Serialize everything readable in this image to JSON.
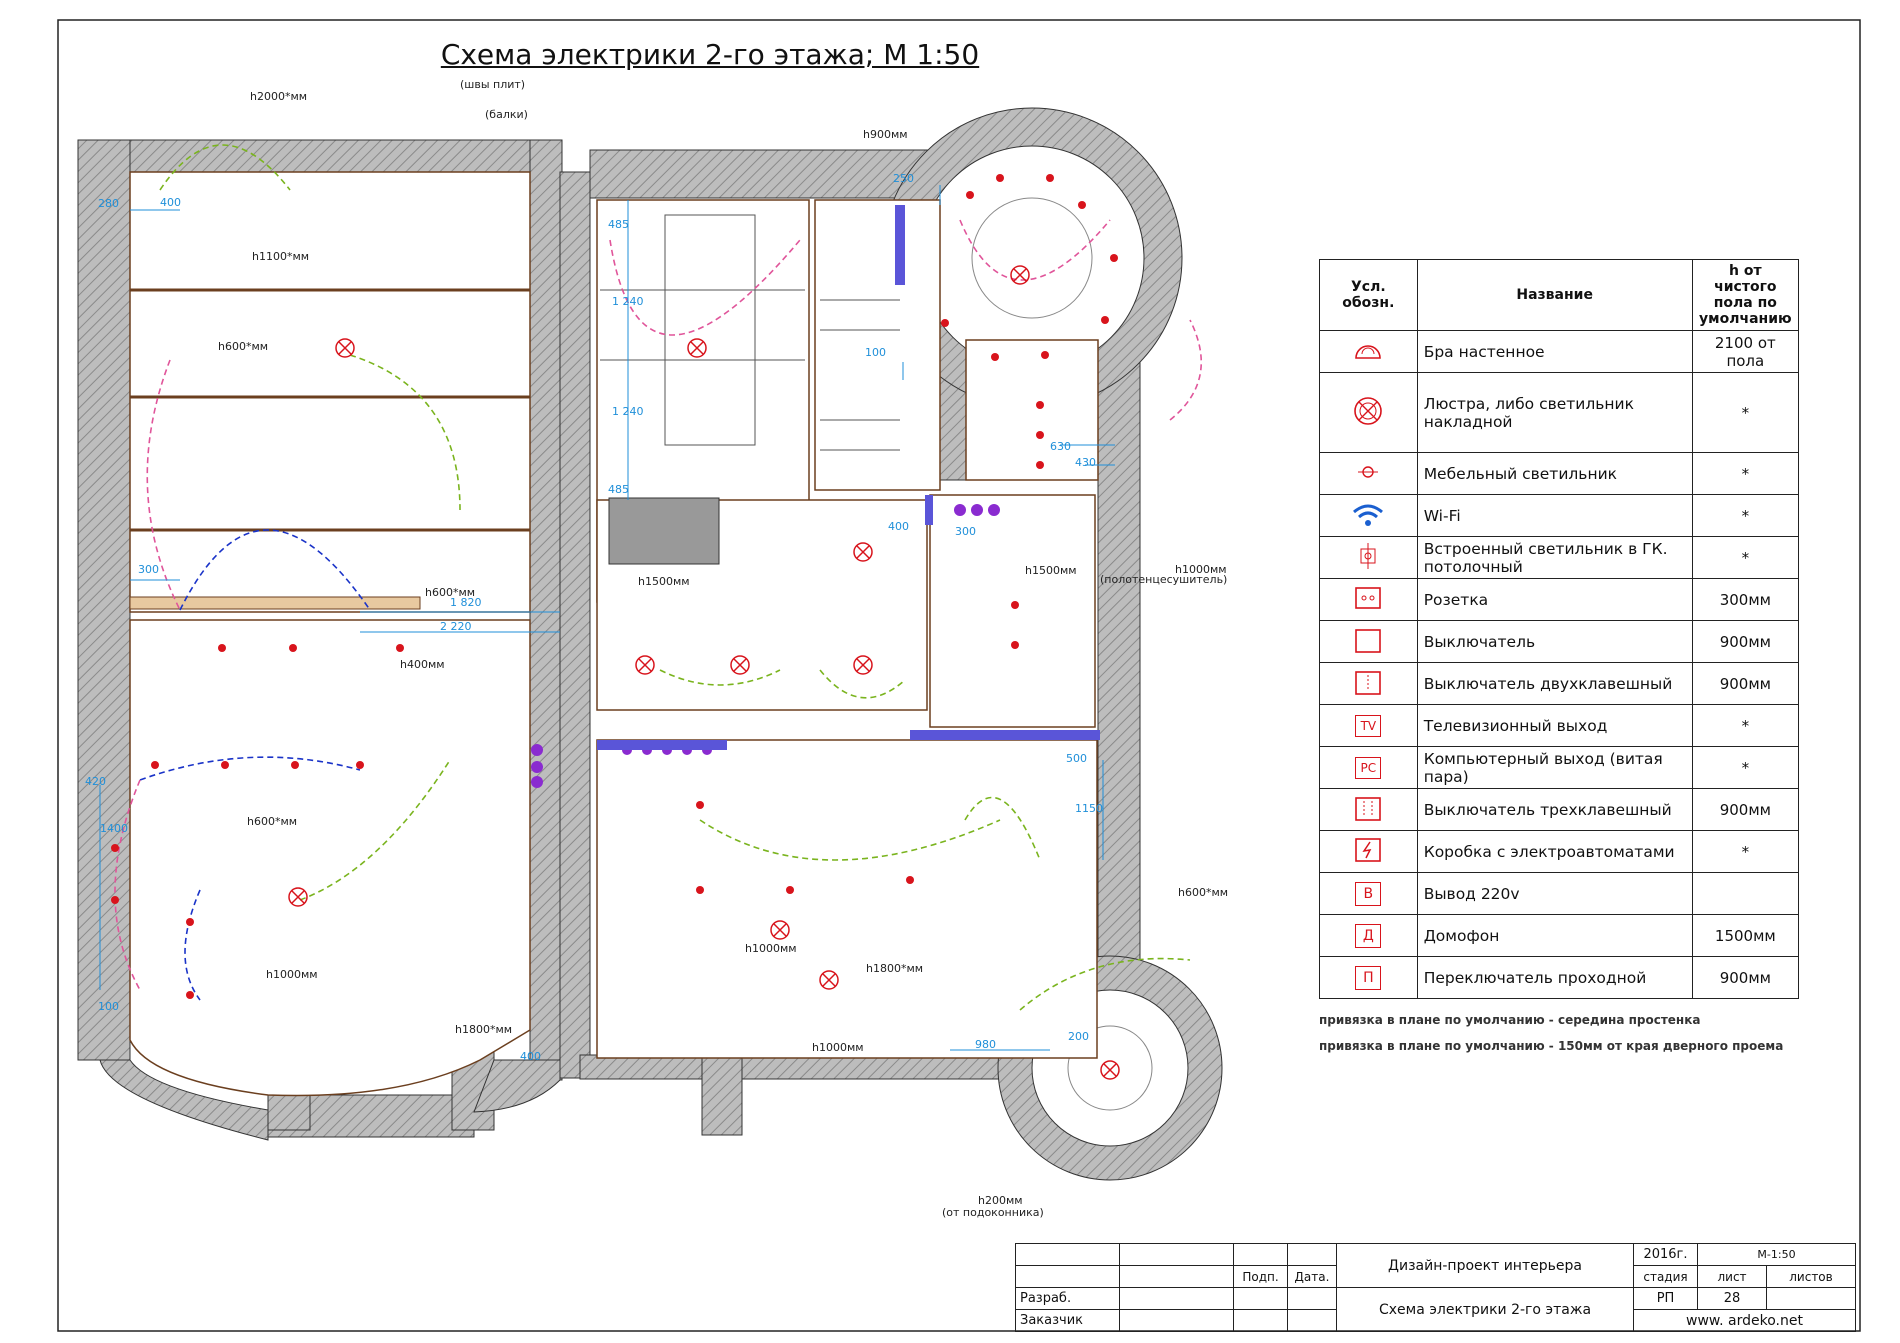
{
  "title": "Схема электрики 2-го этажа; М 1:50",
  "plan_labels": {
    "seams": "(швы плит)",
    "beams": "(балки)",
    "towel_dryer": "(полотенцесушитель)",
    "from_sill": "(от подоконника)",
    "h_tags": [
      "h2000*мм",
      "h1100*мм",
      "h600*мм",
      "h600*мм",
      "h400мм",
      "h600*мм",
      "h1000мм",
      "h1800*мм",
      "h900мм",
      "h1500мм",
      "h1500мм",
      "h1000мм",
      "h600*мм",
      "h1000мм",
      "h1800*мм",
      "h1000мм",
      "h200мм"
    ],
    "dims": [
      "280",
      "400",
      "300",
      "1 820",
      "2 220",
      "420",
      "1400",
      "100",
      "400",
      "485",
      "1 240",
      "1 240",
      "485",
      "250",
      "100",
      "400",
      "300",
      "630",
      "430",
      "500",
      "1150",
      "980",
      "200"
    ]
  },
  "legend": {
    "headers": {
      "symbol": "Усл. обозн.",
      "name": "Название",
      "height": "h от чистого пола по умолчанию"
    },
    "rows": [
      {
        "icon": "sconce-icon",
        "name": "Бра настенное",
        "h": "2100 от пола"
      },
      {
        "icon": "chandelier-icon",
        "name": "Люстра, либо светильник накладной",
        "h": "*"
      },
      {
        "icon": "furniture-light-icon",
        "name": "Мебельный светильник",
        "h": "*"
      },
      {
        "icon": "wifi-icon",
        "name": "Wi-Fi",
        "h": "*"
      },
      {
        "icon": "recessed-light-icon",
        "name": "Встроенный светильник в ГК. потолочный",
        "h": "*"
      },
      {
        "icon": "socket-icon",
        "name": "Розетка",
        "h": "300мм"
      },
      {
        "icon": "switch-icon",
        "name": "Выключатель",
        "h": "900мм"
      },
      {
        "icon": "double-switch-icon",
        "name": "Выключатель двухклавешный",
        "h": "900мм"
      },
      {
        "icon": "tv-outlet-icon",
        "name": "Телевизионный выход",
        "h": "*"
      },
      {
        "icon": "pc-outlet-icon",
        "name": "Компьютерный выход (витая пара)",
        "h": "*"
      },
      {
        "icon": "triple-switch-icon",
        "name": "Выключатель трехклавешный",
        "h": "900мм"
      },
      {
        "icon": "breaker-box-icon",
        "name": "Коробка с электроавтоматами",
        "h": "*"
      },
      {
        "icon": "power-220-icon",
        "name": "Вывод 220v",
        "h": ""
      },
      {
        "icon": "intercom-icon",
        "name": "Домофон",
        "h": "1500мм"
      },
      {
        "icon": "pass-switch-icon",
        "name": "Переключатель проходной",
        "h": "900мм"
      }
    ],
    "glyphs": {
      "tv": "TV",
      "pc": "PC",
      "b": "B",
      "d": "Д",
      "p": "П"
    }
  },
  "notes": [
    "привязка в плане по умолчанию - середина простенка",
    "привязка в плане по умолчанию - 150мм от края дверного проема"
  ],
  "stamp": {
    "project": "Дизайн-проект интерьера",
    "year": "2016г.",
    "scale": "М-1:50",
    "sign": "Подп.",
    "date": "Дата.",
    "stage_h": "стадия",
    "sheet_h": "лист",
    "sheets_h": "листов",
    "developer": "Разраб.",
    "customer": "Заказчик",
    "stage": "РП",
    "sheet": "28",
    "drawing": "Схема электрики 2-го этажа",
    "site": "www. ardeko.net"
  },
  "colors": {
    "red": "#d8141c",
    "blue": "#1a33c8",
    "green": "#7ab41e",
    "pink": "#e0559a",
    "wall": "#9a9a9a",
    "purple": "#8a2bd0",
    "dim": "#1f8fd9",
    "floor": "#6b3f1f"
  }
}
